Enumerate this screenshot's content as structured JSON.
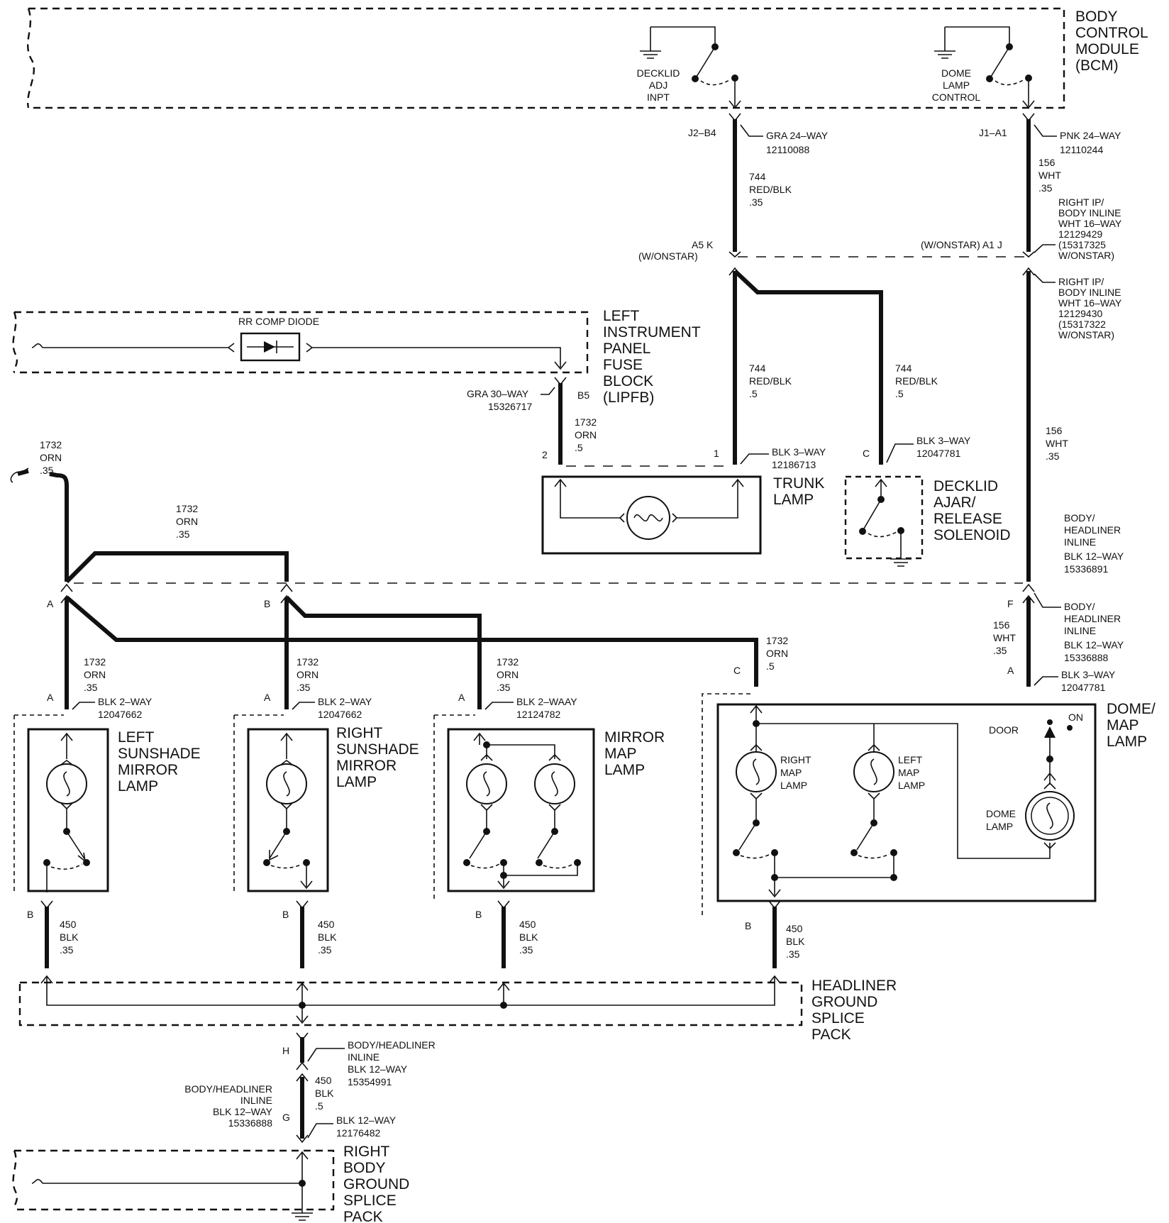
{
  "modules": {
    "bcm": [
      "BODY",
      "CONTROL",
      "MODULE",
      "(BCM)"
    ],
    "lipfb": [
      "LEFT",
      "INSTRUMENT",
      "PANEL",
      "FUSE",
      "BLOCK",
      "(LIPFB)"
    ],
    "trunk_lamp": [
      "TRUNK",
      "LAMP"
    ],
    "decklid_solenoid": [
      "DECKLID",
      "AJAR/",
      "RELEASE",
      "SOLENOID"
    ],
    "left_sunshade": [
      "LEFT",
      "SUNSHADE",
      "MIRROR",
      "LAMP"
    ],
    "right_sunshade": [
      "RIGHT",
      "SUNSHADE",
      "MIRROR",
      "LAMP"
    ],
    "mirror_map": [
      "MIRROR",
      "MAP",
      "LAMP"
    ],
    "dome_map": [
      "DOME/",
      "MAP",
      "LAMP"
    ],
    "headliner_ground": [
      "HEADLINER",
      "GROUND",
      "SPLICE",
      "PACK"
    ],
    "right_body_ground": [
      "RIGHT",
      "BODY",
      "GROUND",
      "SPLICE",
      "PACK"
    ]
  },
  "bcm_internal": {
    "decklid_input": [
      "DECKLID",
      "ADJ",
      "INPT"
    ],
    "dome_control": [
      "DOME",
      "LAMP",
      "CONTROL"
    ]
  },
  "components": {
    "rr_comp_diode": "RR COMP DIODE",
    "right_map_lamp": [
      "RIGHT",
      "MAP",
      "LAMP"
    ],
    "left_map_lamp": [
      "LEFT",
      "MAP",
      "LAMP"
    ],
    "dome_lamp": [
      "DOME",
      "LAMP"
    ],
    "door": "DOOR",
    "on": "ON"
  },
  "connectors": {
    "bcm_j2": [
      "GRA 24–WAY",
      "12110088"
    ],
    "bcm_j1": [
      "PNK 24–WAY",
      "12110244"
    ],
    "right_ip_inline_1": [
      "RIGHT IP/",
      "BODY INLINE",
      "WHT 16–WAY",
      "12129429",
      "(15317325",
      "W/ONSTAR)"
    ],
    "right_ip_inline_2": [
      "RIGHT IP/",
      "BODY INLINE",
      "WHT 16–WAY",
      "12129430",
      "(15317322",
      "W/ONSTAR)"
    ],
    "lipfb_conn": [
      "GRA 30–WAY",
      "15326717"
    ],
    "trunk_conn": [
      "BLK 3–WAY",
      "12186713"
    ],
    "decklid_conn": [
      "BLK 3–WAY",
      "12047781"
    ],
    "body_headliner_1": [
      "BODY/",
      "HEADLINER",
      "INLINE",
      "BLK 12–WAY",
      "15336891"
    ],
    "body_headliner_2": [
      "BODY/",
      "HEADLINER",
      "INLINE",
      "BLK 12–WAY",
      "15336888"
    ],
    "dome_conn": [
      "BLK 3–WAY",
      "12047781"
    ],
    "left_sunshade_conn": [
      "BLK 2–WAY",
      "12047662"
    ],
    "right_sunshade_conn": [
      "BLK 2–WAY",
      "12047662"
    ],
    "mirror_map_conn": [
      "BLK 2–WAAY",
      "12124782"
    ],
    "headliner_lower_1": [
      "BODY/HEADLINER",
      "INLINE",
      "BLK 12–WAY",
      "15354991"
    ],
    "headliner_lower_2": [
      "BODY/HEADLINER",
      "INLINE",
      "BLK 12–WAY",
      "15336888"
    ],
    "rbg_conn": [
      "BLK 12–WAY",
      "12176482"
    ]
  },
  "pins": {
    "j2_b4": "J2–B4",
    "j1_a1": "J1–A1",
    "a5_k": "A5  K",
    "w_onstar": "(W/ONSTAR)",
    "w_onstar_a1_j": "(W/ONSTAR) A1  J",
    "b5": "B5",
    "pin2": "2",
    "pin1": "1",
    "pinC": "C",
    "pinA": "A",
    "pinB": "B",
    "pinF": "F",
    "pinH": "H",
    "pinG": "G"
  },
  "wires": {
    "w744_035": [
      "744",
      "RED/BLK",
      ".35"
    ],
    "w744_05": [
      "744",
      "RED/BLK",
      ".5"
    ],
    "w156_035": [
      "156",
      "WHT",
      ".35"
    ],
    "w1732_05": [
      "1732",
      "ORN",
      ".5"
    ],
    "w1732_035": [
      "1732",
      "ORN",
      ".35"
    ],
    "w450_035": [
      "450",
      "BLK",
      ".35"
    ],
    "w450_05": [
      "450",
      "BLK",
      ".5"
    ]
  }
}
